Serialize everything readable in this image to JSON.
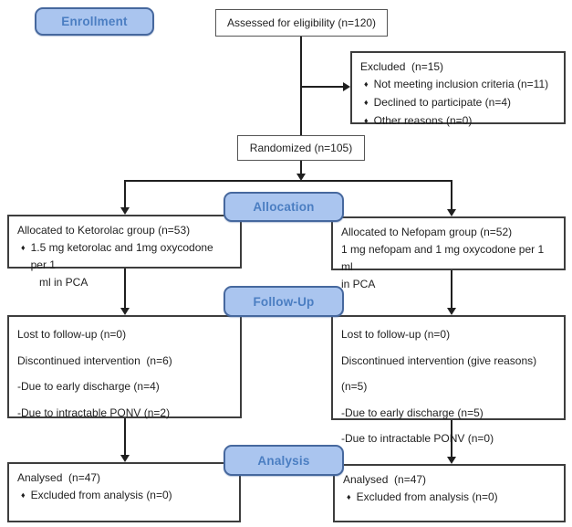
{
  "colors": {
    "stage_label_fill": "#aac5ef",
    "stage_label_border": "#46689e",
    "stage_label_text": "#4b7ec2",
    "box_border": "#3d3d3d",
    "connector": "#1f1f1f",
    "background": "#ffffff"
  },
  "stages": {
    "enrollment": "Enrollment",
    "allocation": "Allocation",
    "followup": "Follow-Up",
    "analysis": "Analysis"
  },
  "icons": {
    "diamond_bullet": "♦"
  },
  "flow": {
    "assessed": "Assessed for eligibility (n=120)",
    "excluded": {
      "title": "Excluded  (n=15)",
      "items": [
        "Not meeting inclusion criteria (n=11)",
        "Declined to participate (n=4)",
        "Other reasons (n=0)"
      ]
    },
    "randomized": "Randomized (n=105)",
    "allocation_left": {
      "title": "Allocated to Ketorolac group (n=53)",
      "bullet": "1.5 mg ketorolac and 1mg oxycodone per 1",
      "bullet_cont": "ml in PCA"
    },
    "allocation_right": {
      "title": "Allocated to Nefopam group (n=52)",
      "line2": "1 mg nefopam and 1 mg oxycodone per 1 ml",
      "line3": "in PCA"
    },
    "followup_left": {
      "lines": [
        "Lost to follow-up (n=0)",
        "Discontinued intervention  (n=6)",
        "-Due to early discharge (n=4)",
        "-Due to intractable PONV (n=2)"
      ]
    },
    "followup_right": {
      "lines": [
        "Lost to follow-up (n=0)",
        "Discontinued intervention (give reasons) (n=5)",
        "-Due to early discharge (n=5)",
        "-Due to intractable PONV (n=0)"
      ]
    },
    "analysis_left": {
      "title": "Analysed  (n=47)",
      "bullet": "Excluded from analysis (n=0)"
    },
    "analysis_right": {
      "title": "Analysed  (n=47)",
      "bullet": "Excluded from analysis (n=0)"
    }
  }
}
